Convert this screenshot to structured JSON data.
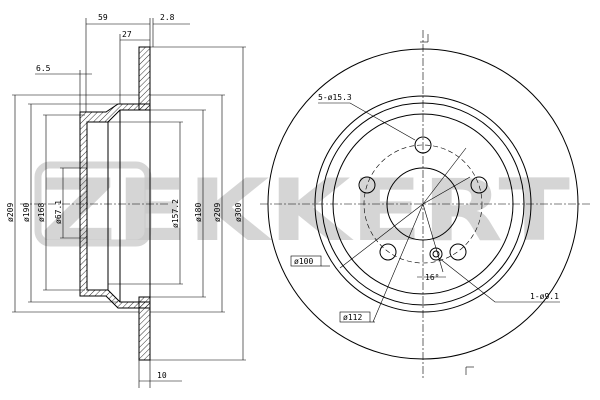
{
  "watermark": {
    "brand": "ZEKKERT"
  },
  "side_view": {
    "dims": {
      "width_59": "59",
      "offset_2_8": "2.8",
      "depth_27": "27",
      "thickness_6_5": "6.5",
      "disc_10": "10",
      "d209_left": "ø209",
      "d190": "ø190",
      "d168": "ø168",
      "d67_1": "ø67.1",
      "d157_2": "ø157.2",
      "d180": "ø180",
      "d209_right": "ø209",
      "d300": "ø300"
    }
  },
  "front_view": {
    "labels": {
      "bolt_holes": "5-ø15.3",
      "bolt_circle": "ø100",
      "ring": "ø112",
      "angle": "16°",
      "pin_hole": "1-ø9.1"
    }
  }
}
